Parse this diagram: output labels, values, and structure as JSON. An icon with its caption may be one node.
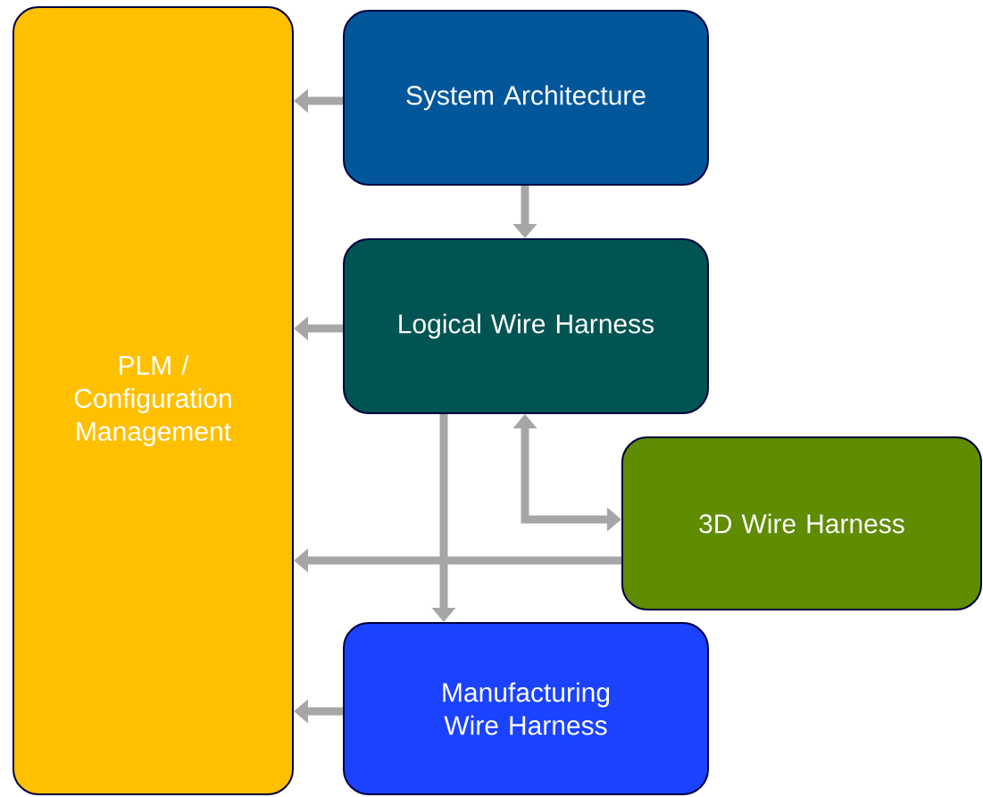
{
  "diagram": {
    "nodes": [
      {
        "text": [
          "PLM / Configuration Management"
        ]
      },
      {
        "text": [
          "System Architecture"
        ]
      },
      {
        "text": [
          "Logical Wire Harness"
        ]
      },
      {
        "text": [
          "3D Wire Harness"
        ]
      },
      {
        "text": [
          "Manufacturing Wire Harness"
        ]
      }
    ],
    "edges": [
      {
        "from": 1,
        "to": 0,
        "arrow": "to"
      },
      {
        "from": 1,
        "to": 2,
        "arrow": "to"
      },
      {
        "from": 2,
        "to": 0,
        "arrow": "to"
      },
      {
        "from": 2,
        "to": 4,
        "arrow": "to"
      },
      {
        "from": 3,
        "to": 2,
        "arrow": "both"
      },
      {
        "from": 3,
        "to": 0,
        "arrow": "to"
      },
      {
        "from": 4,
        "to": 0,
        "arrow": "to"
      }
    ]
  }
}
